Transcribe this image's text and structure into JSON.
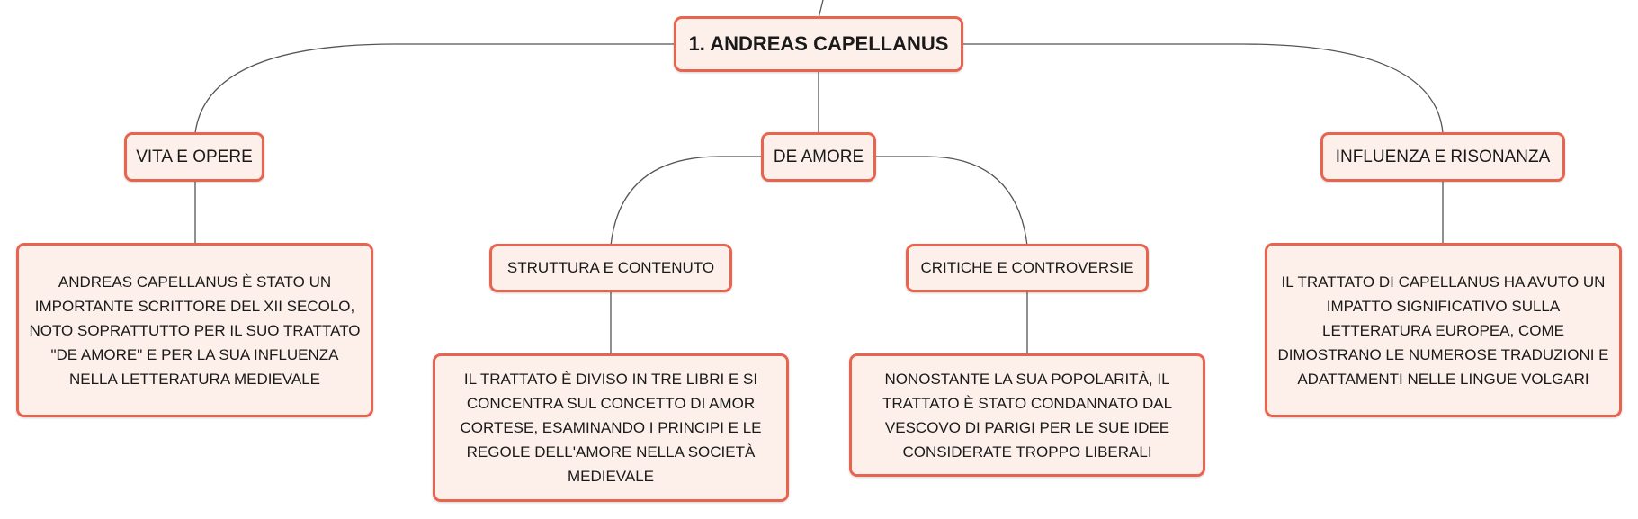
{
  "root": {
    "label": "1. ANDREAS CAPELLANUS"
  },
  "topics": {
    "vita": {
      "label": "VITA E OPERE"
    },
    "amore": {
      "label": "DE AMORE"
    },
    "influenza": {
      "label": "INFLUENZA E RISONANZA"
    }
  },
  "subtopics": {
    "struttura": {
      "label": "STRUTTURA E CONTENUTO"
    },
    "critiche": {
      "label": "CRITICHE E CONTROVERSIE"
    }
  },
  "details": {
    "vita": {
      "text": "ANDREAS CAPELLANUS È STATO UN IMPORTANTE SCRITTORE DEL XII SECOLO, NOTO SOPRATTUTTO PER IL SUO TRATTATO \"DE AMORE\" E PER LA SUA INFLUENZA NELLA LETTERATURA MEDIEVALE"
    },
    "struttura": {
      "text": "IL TRATTATO È DIVISO IN TRE LIBRI E SI CONCENTRA SUL CONCETTO DI AMOR CORTESE, ESAMINANDO I PRINCIPI E LE REGOLE DELL'AMORE NELLA SOCIETÀ MEDIEVALE"
    },
    "critiche": {
      "text": "NONOSTANTE LA SUA POPOLARITÀ, IL TRATTATO È STATO CONDANNATO DAL VESCOVO DI PARIGI PER LE SUE IDEE CONSIDERATE TROPPO LIBERALI"
    },
    "influenza": {
      "text": "IL TRATTATO DI CAPELLANUS HA AVUTO UN IMPATTO SIGNIFICATIVO SULLA LETTERATURA EUROPEA, COME DIMOSTRANO LE NUMEROSE TRADUZIONI E ADATTAMENTI NELLE LINGUE VOLGARI"
    }
  },
  "colors": {
    "node_border": "#e8644f",
    "node_fill": "#fdf0ea",
    "connector": "#555555"
  }
}
